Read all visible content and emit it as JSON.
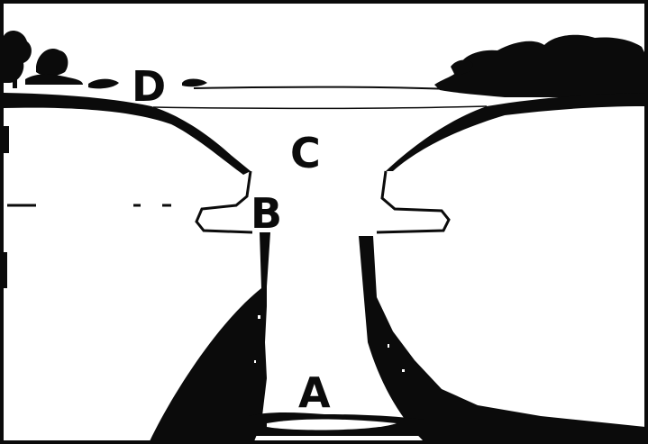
{
  "labels": {
    "a": "A",
    "b": "B",
    "c": "C",
    "d": "D"
  },
  "colors": {
    "ink": "#0b0b0b",
    "paper": "#ffffff"
  }
}
